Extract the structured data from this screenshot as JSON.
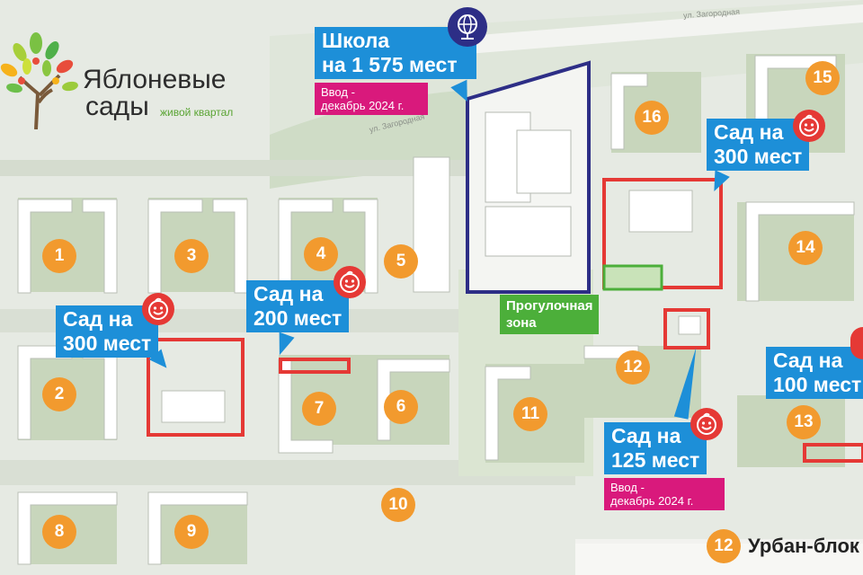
{
  "brand": {
    "name_line1": "Яблоневые",
    "name_line2": "сады",
    "tagline": "живой квартал"
  },
  "streets": [
    "ул. Загородная",
    "ул. Загородная"
  ],
  "buildings": [
    "1",
    "2",
    "3",
    "4",
    "5",
    "6",
    "7",
    "8",
    "9",
    "10",
    "11",
    "12",
    "13",
    "14",
    "15",
    "16"
  ],
  "school": {
    "line1": "Школа",
    "line2": "на 1 575 мест",
    "date_line1": "Ввод -",
    "date_line2": "декабрь 2024 г."
  },
  "gardens": [
    {
      "line1": "Сад на",
      "line2": "300 мест"
    },
    {
      "line1": "Сад на",
      "line2": "200 мест"
    },
    {
      "line1": "Сад на",
      "line2": "300 мест"
    },
    {
      "line1": "Сад на",
      "line2": "125 мест",
      "date_line1": "Ввод -",
      "date_line2": "декабрь 2024 г."
    },
    {
      "line1": "Сад на",
      "line2": "100 мест"
    }
  ],
  "walk_zone": {
    "line1": "Прогулочная",
    "line2": "зона"
  },
  "legend": {
    "number": "12",
    "label": "Урбан-блок"
  },
  "icons": [
    "apple-tree-logo-icon",
    "globe-icon",
    "child-face-icon"
  ],
  "colors": {
    "label_blue": "#1d8fd8",
    "date_pink": "#d9197c",
    "badge_orange": "#f29a2e",
    "kindergarten_red": "#e53935",
    "school_navy": "#2d2e86",
    "walk_green": "#4caf3a"
  }
}
